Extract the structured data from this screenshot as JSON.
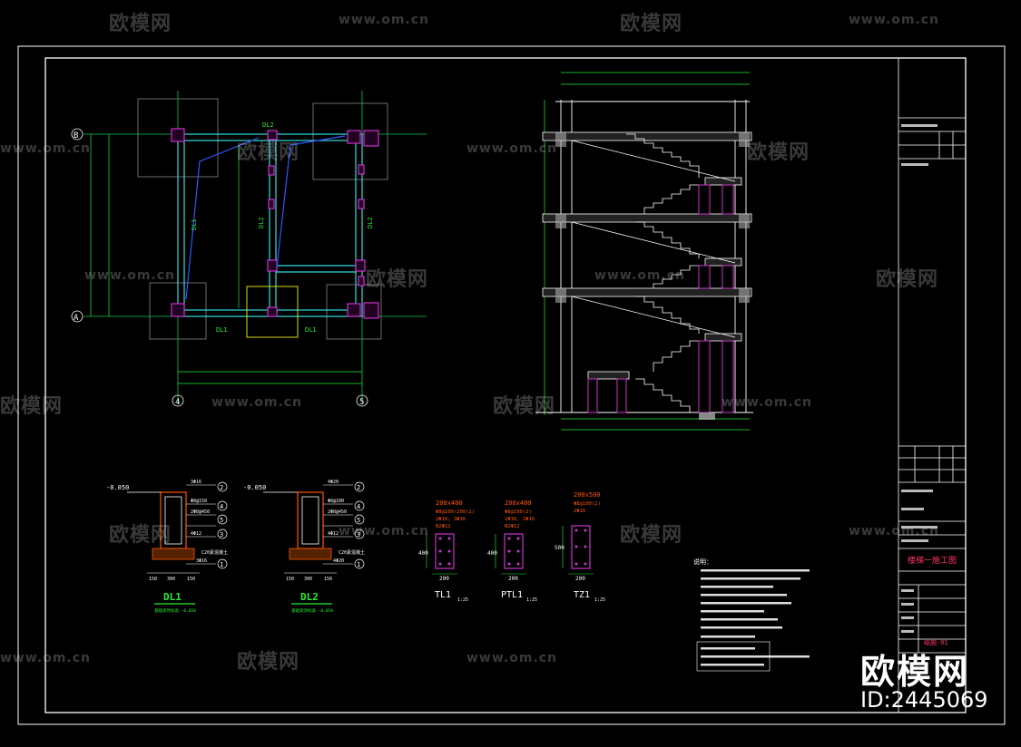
{
  "watermark": {
    "brand": "欧模网",
    "url": "www.om.cn",
    "id_text": "ID:2445069"
  },
  "plan": {
    "axis_b": "B",
    "axis_a": "A",
    "axis_4": "4",
    "axis_5": "5",
    "beam_dl2": "DL2",
    "beam_dl1": "DL1"
  },
  "sections": {
    "dl1": {
      "title": "DL1",
      "sub": "基础梁顶标高 -0.050",
      "elev": "-0.050",
      "dims": [
        "150",
        "300",
        "150"
      ],
      "callouts": [
        "3Φ16",
        "Φ8@150",
        "2Φ8@450",
        "4Φ12",
        "C20素混凝土",
        "3Φ16"
      ],
      "nums": [
        "2",
        "4",
        "5",
        "3",
        "1"
      ]
    },
    "dl2": {
      "title": "DL2",
      "sub": "基础梁顶标高 -0.050",
      "elev": "-0.050",
      "dims": [
        "150",
        "300",
        "150"
      ],
      "callouts": [
        "4Φ20",
        "Φ8@100",
        "2Φ8@450",
        "4Φ12",
        "C20素混凝土",
        "4Φ20"
      ],
      "nums": [
        "2",
        "4",
        "5",
        "3",
        "1"
      ]
    },
    "tl1": {
      "title": "TL1",
      "scale": "1:25",
      "size": "200x400",
      "rebar": [
        "Φ8@100/200(2)",
        "2Φ16; 3Φ16",
        "N2Φ12"
      ],
      "w": "200",
      "h": "400"
    },
    "ptl1": {
      "title": "PTL1",
      "scale": "1:25",
      "size": "200x400",
      "rebar": [
        "Φ8@100(2)",
        "2Φ16; 2Φ16",
        "N2Φ12"
      ],
      "w": "200",
      "h": "400"
    },
    "tz1": {
      "title": "TZ1",
      "scale": "1:25",
      "size": "200x500",
      "rebar": [
        "Φ8@100(2)",
        "2Φ16"
      ],
      "w": "200",
      "h": "500"
    }
  },
  "notes_title": "说明：",
  "title_block": {
    "project_cell": "楼梯一施工图",
    "sheet_no": "结施-01"
  },
  "colors": {
    "bg": "#000000",
    "frame": "#ffffff",
    "axis": "#00cc44",
    "wall": "#33dddd",
    "column": "#cc33cc",
    "rebar": "#ff5500",
    "yellow": "#dddd00",
    "blue": "#3355ff",
    "green_dim": "#22ee33"
  }
}
